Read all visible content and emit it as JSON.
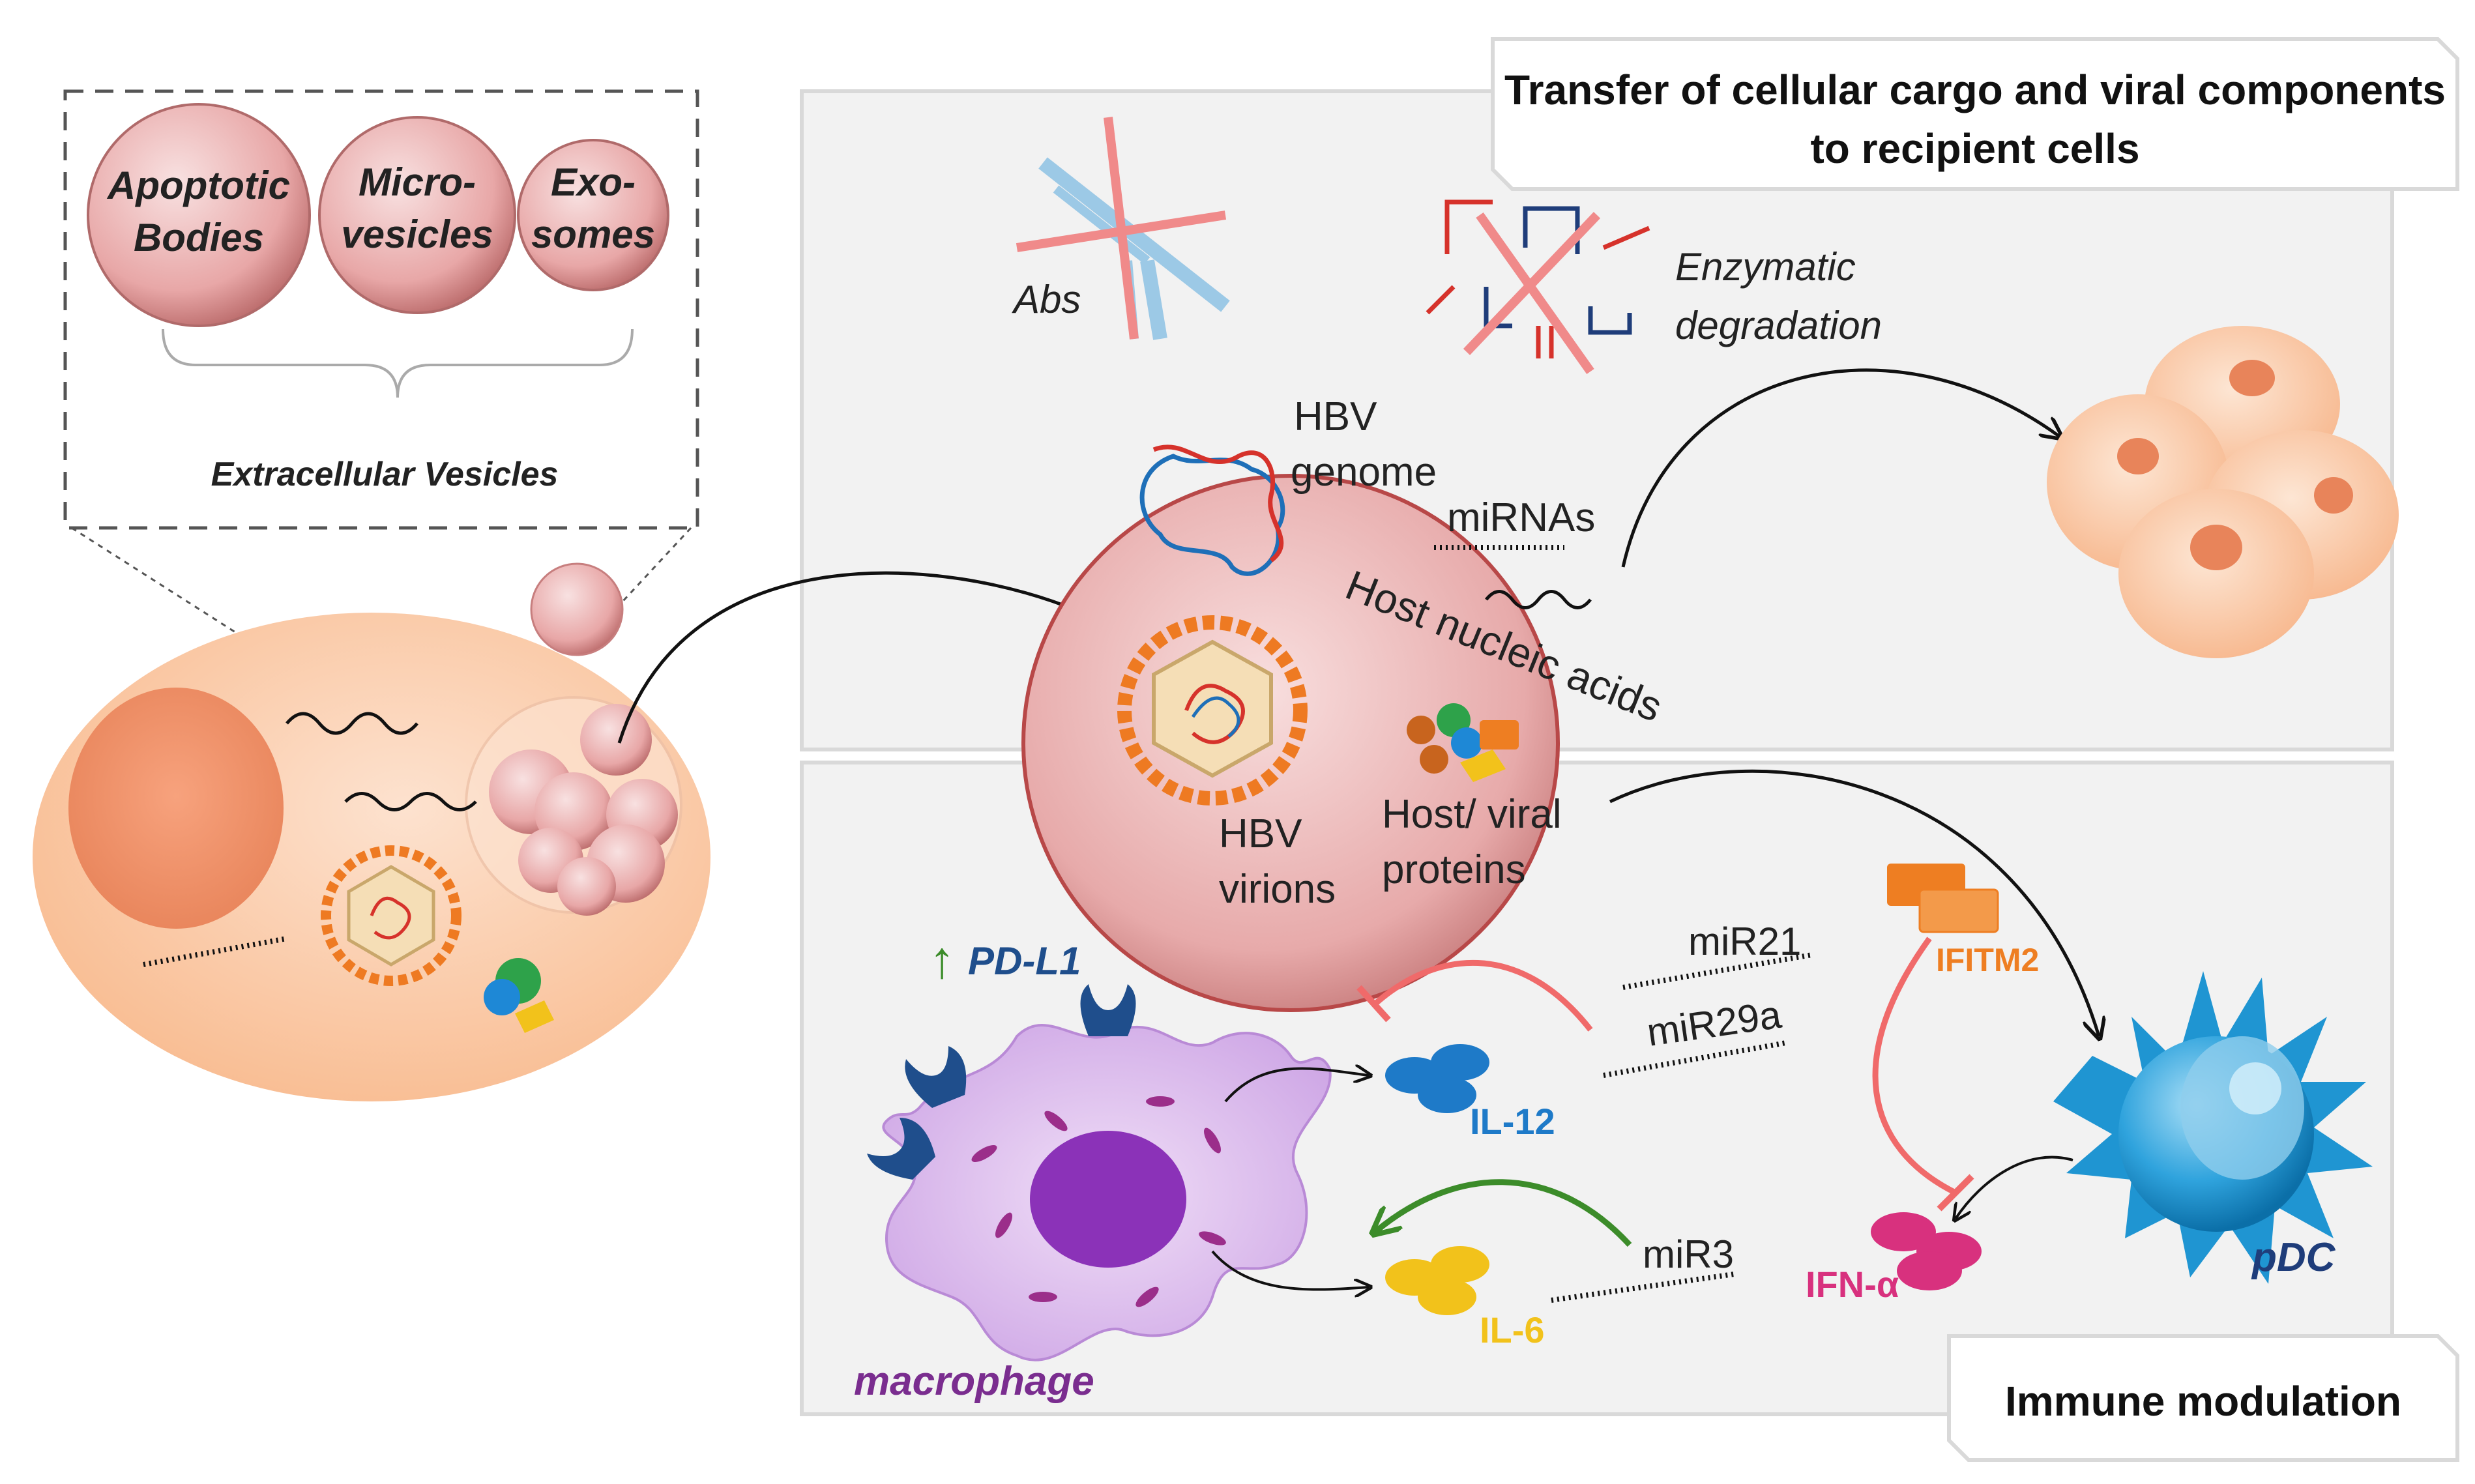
{
  "vesicle_types": {
    "apoptotic_line1": "Apoptotic",
    "apoptotic_line2": "Bodies",
    "micro_line1": "Micro-",
    "micro_line2": "vesicles",
    "exo_line1": "Exo-",
    "exo_line2": "somes",
    "group_label": "Extracellular Vesicles"
  },
  "transfer_panel": {
    "title_line1": "Transfer of cellular cargo and viral components",
    "title_line2": "to recipient cells",
    "abs_label": "Abs",
    "enzymatic_line1": "Enzymatic",
    "enzymatic_line2": "degradation"
  },
  "vesicle_cargo": {
    "hbv_genome_line1": "HBV",
    "hbv_genome_line2": "genome",
    "mirnas": "miRNAs",
    "host_nucleic_acids": "Host nucleic acids",
    "hbv_virions_line1": "HBV",
    "hbv_virions_line2": "virions",
    "proteins_line1": "Host/ viral",
    "proteins_line2": "proteins"
  },
  "immune_panel": {
    "title": "Immune modulation",
    "pd_l1": "PD-L1",
    "mir21": "miR21",
    "mir29a": "miR29a",
    "mir3": "miR3",
    "il12": "IL-12",
    "il6": "IL-6",
    "ifitm2": "IFITM2",
    "ifn_alpha": "IFN-α",
    "macrophage": "macrophage",
    "pdc": "pDC"
  },
  "colors": {
    "panel_bg": "#f2f2f2",
    "panel_border": "#d9d9d9",
    "cell_fill": "#fbc9a5",
    "vesicle_fill": "#e8a7a7",
    "inhibition_red": "#f06a6a",
    "activation_green": "#3c8c2a",
    "il12_blue": "#1e7ac8",
    "il6_yellow": "#f2c21b",
    "ifitm2_orange": "#ee7e22",
    "ifn_magenta": "#d8317e",
    "macrophage_purple": "#7a2d8f",
    "pdc_navy": "#1f3d7a"
  }
}
